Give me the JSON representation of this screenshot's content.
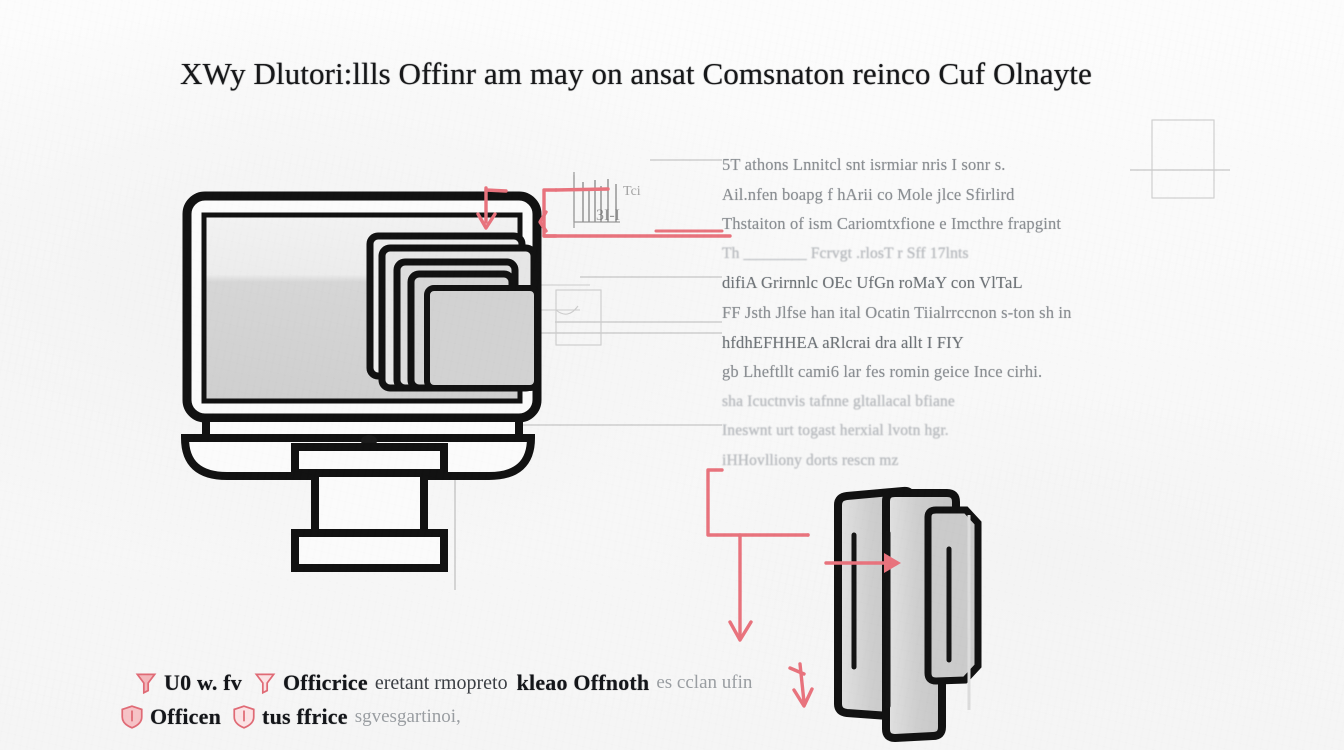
{
  "document": {
    "title": "XWy Dlutori:llls Offinr am may on ansat Comsnaton reinco Cuf Olnayte",
    "background_color": "#fbfbfb",
    "accent_color": "#e8737d",
    "ink_color": "#121212",
    "text_color": "#8b8f93"
  },
  "notes": {
    "lines": [
      {
        "text": "5T athons Lnnitcl snt isrmiar nris I sonr s.",
        "style": "normal"
      },
      {
        "text": "Ail.nfen boapg f hArii co Mole jlce Sfirlird",
        "style": "normal"
      },
      {
        "text": "Thstaiton of ism Cariomtxfione e Imcthre frapgint",
        "style": "normal"
      },
      {
        "text": "Th ________ Fcrvgt .rlosT r Sff 17lnts",
        "style": "dim"
      },
      {
        "text": "difiA Grirnnlc OEc UfGn roMaY con VlTaL",
        "style": "dark"
      },
      {
        "text": "FF Jsth Jlfse han ital Ocatin Tiialrrccnon s-ton sh in",
        "style": "normal"
      },
      {
        "text": "hfdhEFHHEA aRlcrai dra allt I FIY",
        "style": "dark"
      },
      {
        "text": "gb Lheftllt cami6 lar fes romin geice Ince cirhi.",
        "style": "normal"
      },
      {
        "text": "sha Icuctnvis tafnne gltallacal bfiane",
        "style": "dim"
      },
      {
        "text": "Ineswnt urt togast herxial lvotn hgr.",
        "style": "dim"
      },
      {
        "text": "iHHovlliony dorts rescn mz",
        "style": "dim"
      }
    ]
  },
  "legend": {
    "rows": [
      {
        "icon": "funnel-icon",
        "lead": "U0 w. fv",
        "icon2": "funnel-icon",
        "bold": "Officrice",
        "mid": "eretant rmopreto",
        "bold2": "kleao Offnoth",
        "soft": "es cclan ufin"
      },
      {
        "icon": "shield-icon",
        "bold": "Officen",
        "icon2": "shield-icon",
        "bold2": "tus ffrice",
        "soft": "sgvesgartinoi,"
      }
    ]
  },
  "illustration": {
    "monitor": {
      "name": "desktop-monitor",
      "screen_fill": "#d3d3d3",
      "stacked_windows": 4
    },
    "cabinet": {
      "name": "stacked-panels",
      "panel_count": 3,
      "fill": "#cfcfcf"
    },
    "mini_chart": {
      "name": "mini-bar-chart",
      "bars": 6
    },
    "callouts": [
      {
        "name": "arrow-monitor-corner",
        "color": "#e8737d"
      },
      {
        "name": "bracket-top-right",
        "color": "#e8737d"
      },
      {
        "name": "arrow-into-panels",
        "color": "#e8737d"
      },
      {
        "name": "arrow-legend-end",
        "color": "#e8737d"
      }
    ]
  }
}
